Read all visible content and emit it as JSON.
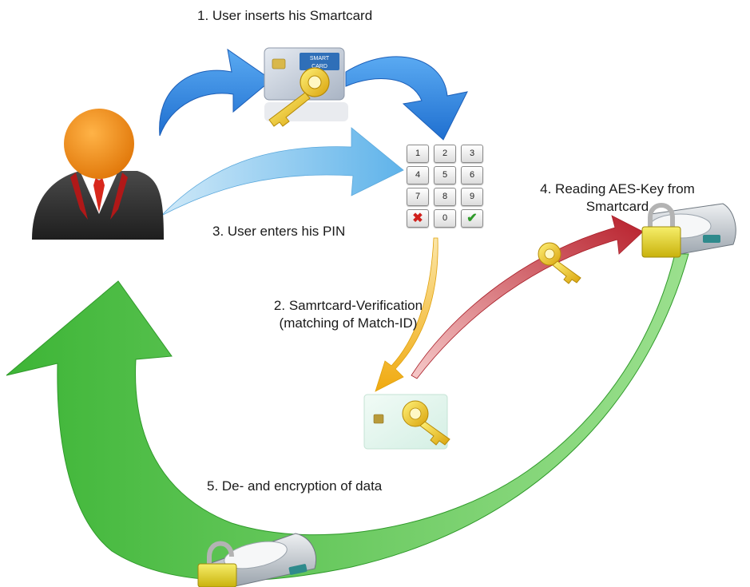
{
  "steps": {
    "step1": "1. User inserts his Smartcard",
    "step2_line1": "2. Samrtcard-Verification",
    "step2_line2": "(matching of Match-ID)",
    "step3": "3. User enters his PIN",
    "step4_line1": "4. Reading AES-Key from",
    "step4_line2": "Smartcard",
    "step5": "5. De- and encryption of data"
  },
  "smartcard": {
    "label_line1": "SMART",
    "label_line2": "CARD"
  },
  "keypad": {
    "keys": [
      "1",
      "2",
      "3",
      "4",
      "5",
      "6",
      "7",
      "8",
      "9",
      "✖",
      "0",
      "✔"
    ]
  },
  "colors": {
    "arrow_blue": "#2f86e0",
    "arrow_light_blue": "#7ec3ee",
    "arrow_orange": "#f2b51c",
    "arrow_red": "#c0303a",
    "arrow_green": "#3fb83a",
    "user_head": "#f08a10",
    "user_suit": "#2b2b2b",
    "user_tie": "#d8281c",
    "key_gold": "#f0c419"
  }
}
